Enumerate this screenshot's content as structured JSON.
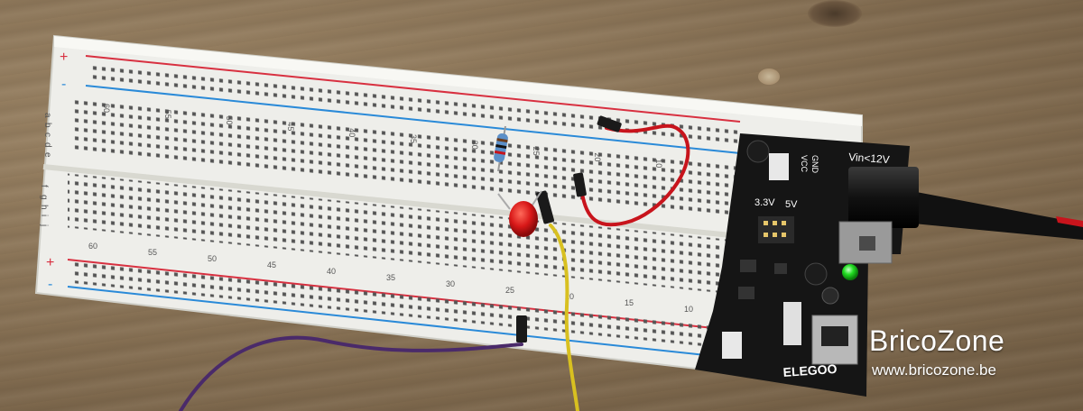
{
  "watermark": {
    "brand": "BricoZone",
    "url": "www.bricozone.be"
  },
  "breadboard": {
    "row_letters_top": [
      "a",
      "b",
      "c",
      "d",
      "e"
    ],
    "row_letters_bottom": [
      "f",
      "g",
      "h",
      "i",
      "j"
    ],
    "column_numbers_top": [
      "60",
      "55",
      "50",
      "45",
      "40",
      "35",
      "30",
      "25",
      "20",
      "10"
    ],
    "column_numbers_bottom": [
      "60",
      "55",
      "50",
      "45",
      "40",
      "35",
      "30",
      "25",
      "20",
      "15",
      "10"
    ],
    "rail_plus": "+",
    "rail_minus": "-"
  },
  "power_module": {
    "input_label": "Vin<12V",
    "left_voltage": "3.3V",
    "right_voltage": "5V",
    "vcc_label": "VCC",
    "gnd_label": "GND",
    "brand": "ELEGOO"
  },
  "colors": {
    "breadboard": "#eeeeea",
    "rail_red": "#d83040",
    "rail_blue": "#2a8ad8",
    "module_pcb": "#151515",
    "led": "#d81818",
    "led_power": "#22dd22",
    "wire_red": "#c8141c",
    "wire_yellow": "#d8c020",
    "wire_purple": "#4a2a6a"
  }
}
